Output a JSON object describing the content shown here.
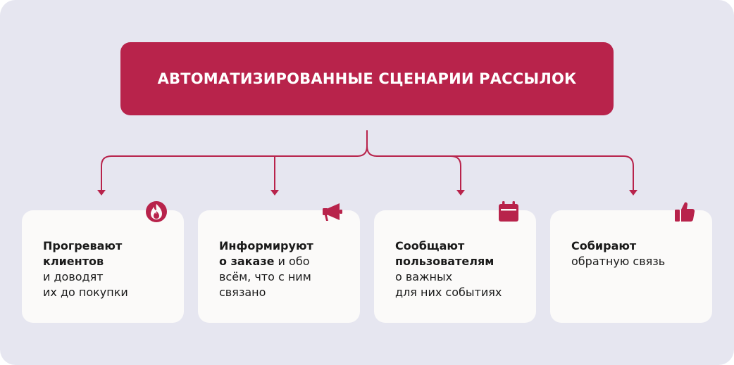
{
  "header": {
    "title": "АВТОМАТИЗИРОВАННЫЕ СЦЕНАРИИ РАССЫЛОК"
  },
  "colors": {
    "accent": "#b8234b",
    "background": "#e6e6f0",
    "card": "#fbfaf9",
    "text": "#1a1a1a"
  },
  "cards": [
    {
      "icon": "fire-icon",
      "lines": [
        {
          "bold": "Прогревают",
          "rest": ""
        },
        {
          "bold": "клиентов",
          "rest": ""
        },
        {
          "bold": "",
          "rest": "и доводят"
        },
        {
          "bold": "",
          "rest": "их до покупки"
        }
      ]
    },
    {
      "icon": "megaphone-icon",
      "lines": [
        {
          "bold": "Информируют",
          "rest": ""
        },
        {
          "bold": "о заказе",
          "rest": " и обо"
        },
        {
          "bold": "",
          "rest": "всём, что с ним"
        },
        {
          "bold": "",
          "rest": "связано"
        }
      ]
    },
    {
      "icon": "calendar-icon",
      "lines": [
        {
          "bold": "Сообщают",
          "rest": ""
        },
        {
          "bold": "пользователям",
          "rest": ""
        },
        {
          "bold": "",
          "rest": "о важных"
        },
        {
          "bold": "",
          "rest": "для них событиях"
        }
      ]
    },
    {
      "icon": "thumbs-up-icon",
      "lines": [
        {
          "bold": "Собирают",
          "rest": ""
        },
        {
          "bold": "",
          "rest": "обратную связь"
        }
      ]
    }
  ]
}
